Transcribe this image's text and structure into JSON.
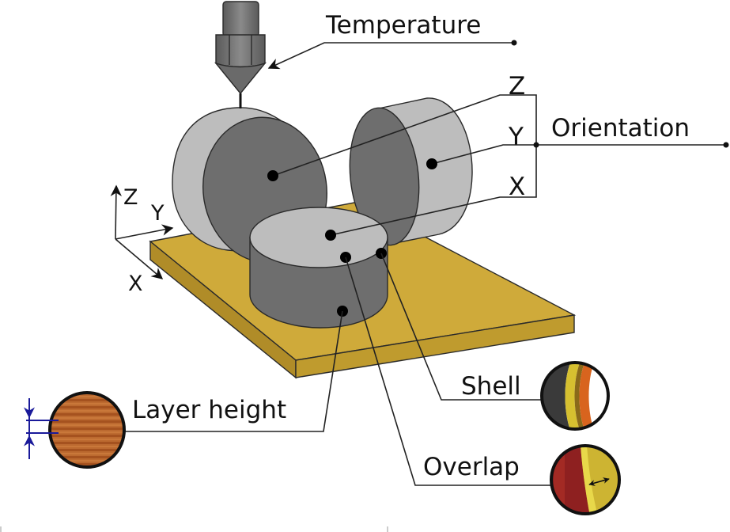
{
  "diagram": {
    "title_labels": {
      "temperature": "Temperature",
      "orientation": "Orientation",
      "layer_height": "Layer height",
      "shell": "Shell",
      "overlap": "Overlap"
    },
    "orientation_axes": [
      "Z",
      "Y",
      "X"
    ],
    "coordinate_system": {
      "z": "Z",
      "y": "Y",
      "x": "X"
    },
    "colors": {
      "build_plate_top": "#cfaa3a",
      "build_plate_side": "#b8942c",
      "cylinder_light": "#bdbdbd",
      "cylinder_dark": "#6e6e6e",
      "nozzle": "#7a7a7a",
      "layer_inset": "#b8602a",
      "dimension_arrows": "#1a1a9a",
      "shell_dark": "#3a3a3a",
      "shell_yellow": "#d6c030",
      "shell_orange": "#d8641e",
      "overlap_red": "#8e2020",
      "overlap_yellow": "#cdb432"
    }
  }
}
